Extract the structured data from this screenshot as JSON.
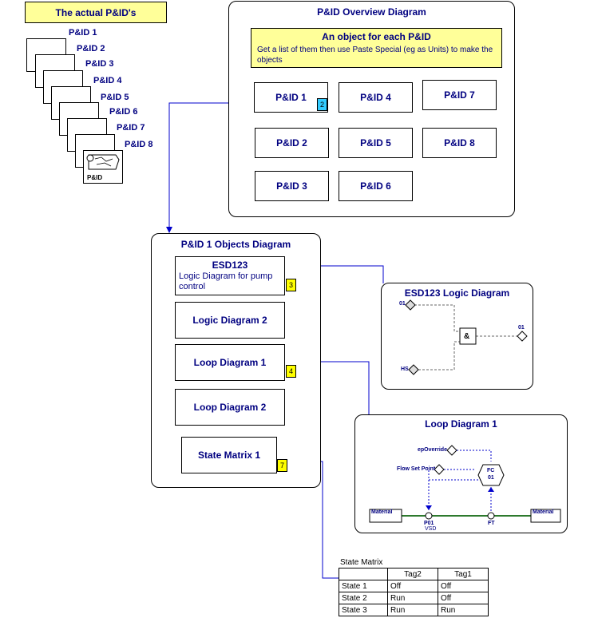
{
  "actual_pids": {
    "title": "The actual P&ID's",
    "docs": [
      "P&ID 1",
      "P&ID 2",
      "P&ID 3",
      "P&ID 4",
      "P&ID 5",
      "P&ID 6",
      "P&ID 7",
      "P&ID 8"
    ],
    "doc_icon_label": "P&ID"
  },
  "overview": {
    "title": "P&ID Overview Diagram",
    "note_title": "An object for each P&ID",
    "note_text": "Get a list of them then use  Paste Special (eg as Units) to make the objects",
    "objects": [
      "P&ID 1",
      "P&ID 4",
      "P&ID 7",
      "P&ID 2",
      "P&ID 5",
      "P&ID 8",
      "P&ID 3",
      "P&ID 6"
    ],
    "pid1_badge": "2"
  },
  "objects_diagram": {
    "title": "P&ID 1 Objects Diagram",
    "esd_name": "ESD123",
    "esd_desc": "Logic Diagram for pump control",
    "esd_badge": "3",
    "logic2": "Logic Diagram 2",
    "loop1": "Loop Diagram 1",
    "loop1_badge": "4",
    "loop2": "Loop Diagram 2",
    "state": "State Matrix 1",
    "state_badge": "7"
  },
  "logic_diagram": {
    "title": "ESD123 Logic Diagram",
    "in1": "01",
    "in2": "HS",
    "gate": "&",
    "out": "01"
  },
  "loop_diagram": {
    "title": "Loop Diagram 1",
    "ep": "epOverride",
    "fsp": "Flow Set Point",
    "fc": "FC",
    "fc_num": "01",
    "material_left": "Material",
    "material_right": "Material",
    "p01": "P01",
    "vsd": "VSD",
    "ft": "FT"
  },
  "state_matrix": {
    "title": "State Matrix",
    "headers": [
      "",
      "Tag2",
      "Tag1"
    ],
    "rows": [
      [
        "State 1",
        "Off",
        "Off"
      ],
      [
        "State 2",
        "Run",
        "Off"
      ],
      [
        "State 3",
        "Run",
        "Run"
      ]
    ]
  },
  "colors": {
    "connector": "#0000cc",
    "title": "#000080",
    "note": "#ffff99",
    "badge_cyan": "#33ccff",
    "badge_yellow": "#ffff00"
  }
}
